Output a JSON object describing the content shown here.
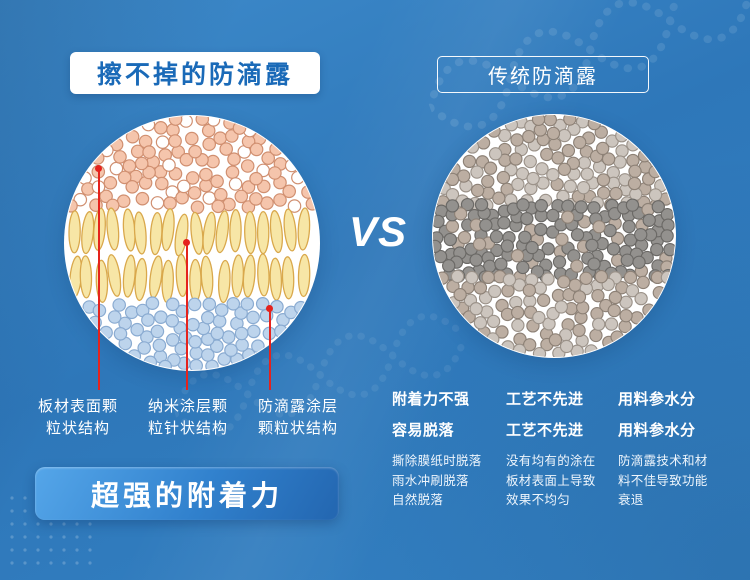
{
  "header": {
    "left_badge": "擦不掉的防滴露",
    "right_badge": "传统防滴露",
    "vs_label": "VS"
  },
  "left_panel": {
    "labels": [
      "板材表面颗\n粒状结构",
      "纳米涂层颗\n粒针状结构",
      "防滴露涂层\n颗粒状结构"
    ],
    "banner": "超强的附着力"
  },
  "right_panel": {
    "columns": [
      {
        "row1": "附着力不强",
        "row2": "容易脱落",
        "detail": "撕除膜纸时脱落\n雨水冲刷脱落\n自然脱落"
      },
      {
        "row1": "工艺不先进",
        "row2": "工艺不先进",
        "detail": "没有均有的涂在\n板材表面上导致\n效果不均匀"
      },
      {
        "row1": "用料参水分",
        "row2": "用料参水分",
        "detail": "防滴露技术和材\n料不佳导致功能\n衰退"
      }
    ]
  },
  "colors": {
    "background_blue": "#3181c3",
    "badge_text_blue": "#1a6ab8",
    "accent_red": "#e5231d",
    "banner_gradient_start": "#55a6e9",
    "banner_gradient_end": "#2366b0"
  },
  "particles": {
    "left": {
      "pink_fill": "#f5c5ac",
      "pink_stroke": "#d08f70",
      "yellow_fill": "#f7e6a6",
      "yellow_stroke": "#d9a84c",
      "blue_fill": "#bdd4ec",
      "blue_stroke": "#8aabd1"
    },
    "right": {
      "light_fill": "#ccc5be",
      "light_stroke": "#9b9289",
      "brown_fill": "#bcaea2",
      "brown_stroke": "#8d8176",
      "dark_fill": "#93918e",
      "dark_stroke": "#6b6966"
    }
  }
}
